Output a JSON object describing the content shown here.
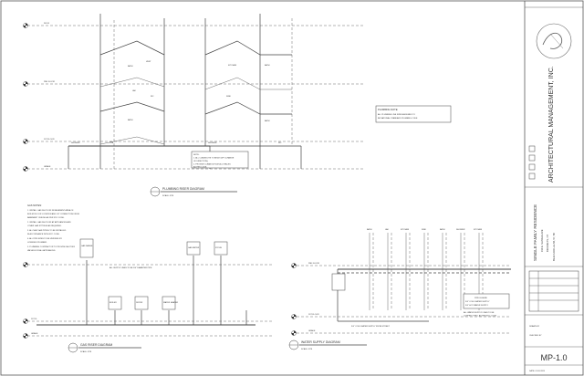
{
  "plumbing_riser": {
    "title": "PLUMBING RISER DIAGRAM",
    "scale": "SCALE: NTS",
    "level_labels": [
      "ROOF",
      "2ND FLOOR",
      "1ST FLOOR",
      "GRADE"
    ],
    "fixtures_left": [
      "BATH",
      "VENT",
      "LAV",
      "WC",
      "BATH",
      "SHOWER",
      "TUB"
    ],
    "fixtures_right": [
      "KITCHEN",
      "BATH",
      "SINK",
      "BATH",
      "SHOWER",
      "WC"
    ],
    "plumbing_note": [
      "PLUMBING NOTE:",
      "ALL PLUMBING LINE SIZES ASSUMED TO",
      "BE NATIONAL STANDARD PLUMBING CODE"
    ],
    "center_note": [
      "NOTE:",
      "1. ALL CLEANOUTS TO BE AT 10FT (CHANGE",
      "OF DIRECTION).",
      "2. PROVIDE CLEANOUTS AT ALL STACKS",
      "AS PER CODE."
    ]
  },
  "gas_riser": {
    "title": "GAS RISER DIAGRAM",
    "scale": "SCALE: NTS",
    "notes_title": "GAS NOTES:",
    "notes": [
      "1. INSTALL GAS SHUT-OFF IN BASEMENT AREA OF",
      "BOILER FLOOR LOCATION AND 1/4\" CONNECTION FROM",
      "BASEMENT CEILING AS PER NYC CODE.",
      "2. INSTALL GAS SHUT-OFF AT APPLIANCES AND",
      "OTHER GAS FITTINGS AS REQUIRED.",
      "3. ALL NEW GAS PIPING TO BE INSTALLED",
      "IN ACCORDANCE WITH NYC CODE.",
      "4. ALL PIPE SIZES TO BE VERIFIED BY",
      "LICENSED PLUMBER.",
      "5. PLUMBING CONTRACTOR TO PROVIDE SHUTOFF",
      "VALVES FOR ALL APPLIANCES."
    ],
    "appliances": [
      "GAS RANGE",
      "BOILER",
      "DRYER",
      "WATER HEATER",
      "GAS METER",
      "STOVE"
    ],
    "supply_note": "ALL SUPPLY LINES TO BE 3/4\" DIAMETER PIPE",
    "floor_label": "1ST FL",
    "grade_label": "GRADE"
  },
  "water_supply": {
    "title": "WATER SUPPLY DIAGRAM",
    "scale": "SCALE: NTS",
    "level_labels": [
      "2ND FLOOR",
      "1ST FLOOR",
      "GRADE"
    ],
    "fixtures": [
      "BATH",
      "LAV",
      "KITCHEN",
      "SINK",
      "BATH",
      "SHOWER",
      "KITCHEN"
    ],
    "legend_title": "PIPE LEGEND",
    "legend": [
      "3/4\" COLD WATER SUPPLY",
      "3/4\" HOT WATER SUPPLY"
    ],
    "supply_note": [
      "ALL WATER SUPPLY LINES TO BE",
      "COPPER TYPE L AS PER NYC CODE"
    ],
    "bottom_note": "3/4\" COLD WATER SUPPLY FROM STREET"
  },
  "title_block": {
    "firm": "ARCHITECTURAL MANAGEMENT, INC.",
    "project_title": "SINGLE FAMILY RESIDENCE",
    "address": "190 E. NASSAU AVE",
    "city": "BROOKLYN, NY",
    "block_lot": "Block 1234 Lots 56, 57, 58",
    "sheet_number": "MP-1.0",
    "date_label": "DATE: 01.09.2024",
    "drawn_label": "DRAWN BY",
    "checked_label": "CHECKED BY"
  }
}
